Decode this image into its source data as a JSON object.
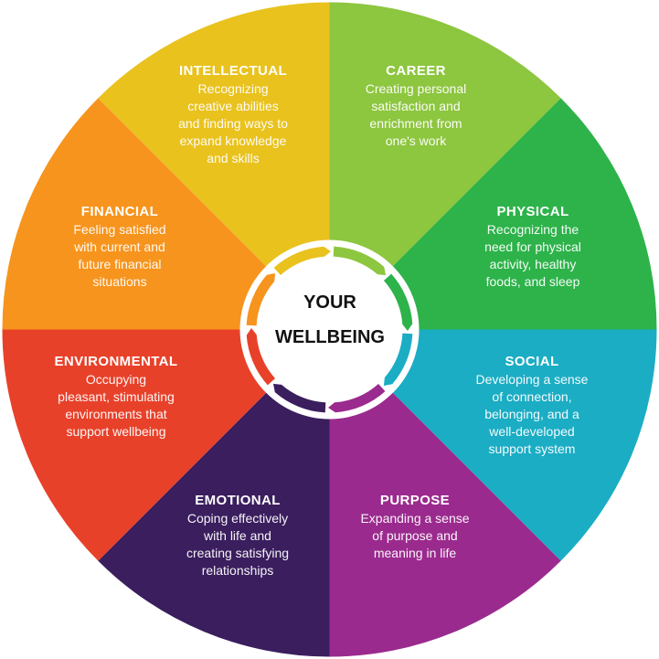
{
  "center": {
    "label": "YOUR\nWELLBEING"
  },
  "segments": [
    {
      "id": "career",
      "title": "CAREER",
      "description": "Creating personal\nsatisfaction and\nenrichment from\none's work",
      "color": "#8DC63F"
    },
    {
      "id": "physical",
      "title": "PHYSICAL",
      "description": "Recognizing the\nneed for physical\nactivity, healthy\nfoods, and sleep",
      "color": "#2DB34A"
    },
    {
      "id": "social",
      "title": "SOCIAL",
      "description": "Developing a sense\nof connection,\nbelonging, and a\nwell-developed\nsupport system",
      "color": "#1BADC4"
    },
    {
      "id": "purpose",
      "title": "PURPOSE",
      "description": "Expanding a sense\nof purpose and\nmeaning in life",
      "color": "#9B2A8E"
    },
    {
      "id": "emotional",
      "title": "EMOTIONAL",
      "description": "Coping effectively\nwith life and\ncreating satisfying\nrelationships",
      "color": "#3A1E5E"
    },
    {
      "id": "environmental",
      "title": "ENVIRONMENTAL",
      "description": "Occupying\npleasant, stimulating\nenvironments that\nsupport wellbeing",
      "color": "#E8412A"
    },
    {
      "id": "financial",
      "title": "FINANCIAL",
      "description": "Feeling satisfied\nwith current and\nfuture financial\nsituations",
      "color": "#F7941D"
    },
    {
      "id": "intellectual",
      "title": "INTELLECTUAL",
      "description": "Recognizing\ncreative abilities\nand finding ways to\nexpand knowledge\nand skills",
      "color": "#E9C21E"
    }
  ]
}
